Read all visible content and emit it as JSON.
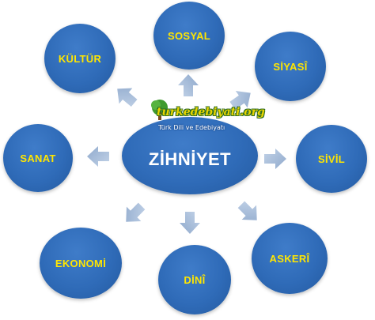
{
  "center": {
    "label": "ZİHNİYET"
  },
  "logo": {
    "main_text": "turkedebiyati.org",
    "sub_text": "Türk Dili ve Edebiyatı"
  },
  "nodes": [
    {
      "label": "KÜLTÜR"
    },
    {
      "label": "SOSYAL"
    },
    {
      "label": "SİYASÎ"
    },
    {
      "label": "SANAT"
    },
    {
      "label": "SİVİL"
    },
    {
      "label": "EKONOMİ"
    },
    {
      "label": "DİNÎ"
    },
    {
      "label": "ASKERÎ"
    }
  ],
  "colors": {
    "node_fill": "#2f6bb8",
    "label_text": "#ffe600",
    "center_text": "#ffffff",
    "arrow": "#aac0dc"
  }
}
